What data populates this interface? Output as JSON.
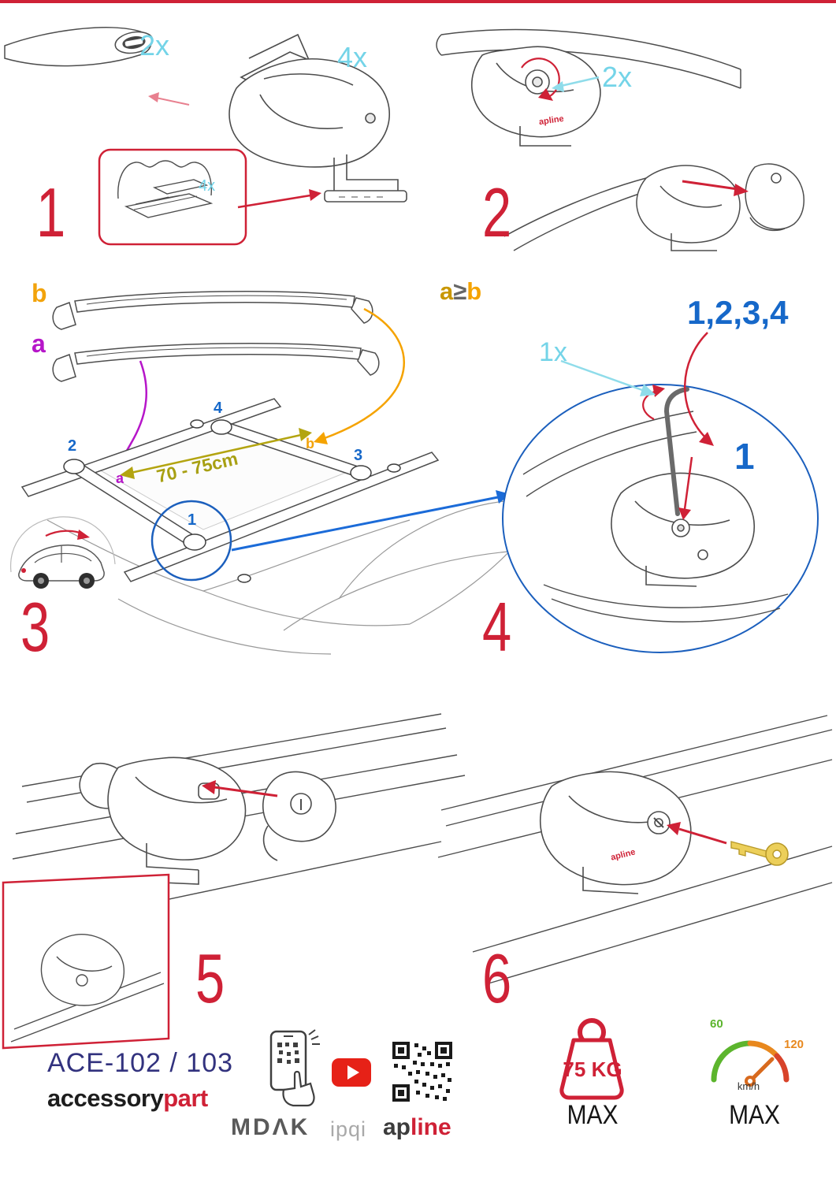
{
  "colors": {
    "accent_red": "#cf2136",
    "qty_cyan": "#74d4e8",
    "pos_blue": "#1668c9",
    "label_orange": "#f2a30b",
    "label_purple": "#b616c9",
    "distance_olive": "#a8a013",
    "model_navy": "#32327e",
    "gauge_green": "#5cb52d",
    "gauge_orange": "#e8881e"
  },
  "steps": {
    "s1": {
      "number": "1",
      "qty_bar": "2x",
      "qty_foot": "4x",
      "qty_pads": "4x"
    },
    "s2": {
      "number": "2",
      "qty": "2x"
    },
    "s3": {
      "number": "3",
      "label_a": "a",
      "label_b": "b",
      "distance": "70 - 75cm",
      "pos1": "1",
      "pos2": "2",
      "pos3": "3",
      "pos4": "4",
      "bar_a": "a",
      "bar_b": "b"
    },
    "s4": {
      "number": "4",
      "rule_a": "a",
      "rule_op": "≥",
      "rule_b": "b",
      "sequence": "1,2,3,4",
      "qty": "1x",
      "callout": "1"
    },
    "s5": {
      "number": "5"
    },
    "s6": {
      "number": "6"
    }
  },
  "brand": {
    "foot_label": "apline"
  },
  "footer": {
    "model": "ACE-102 / 103",
    "brand_name": "accessory",
    "brand_suffix": "part",
    "mdak": "MDΛK",
    "ipqi": "ipqi",
    "apline_prefix": "ap",
    "apline_suffix": "line",
    "weight_value": "75 KG",
    "weight_max": "MAX",
    "speed_low": "60",
    "speed_high": "120",
    "speed_unit": "km/h",
    "speed_max": "MAX"
  }
}
